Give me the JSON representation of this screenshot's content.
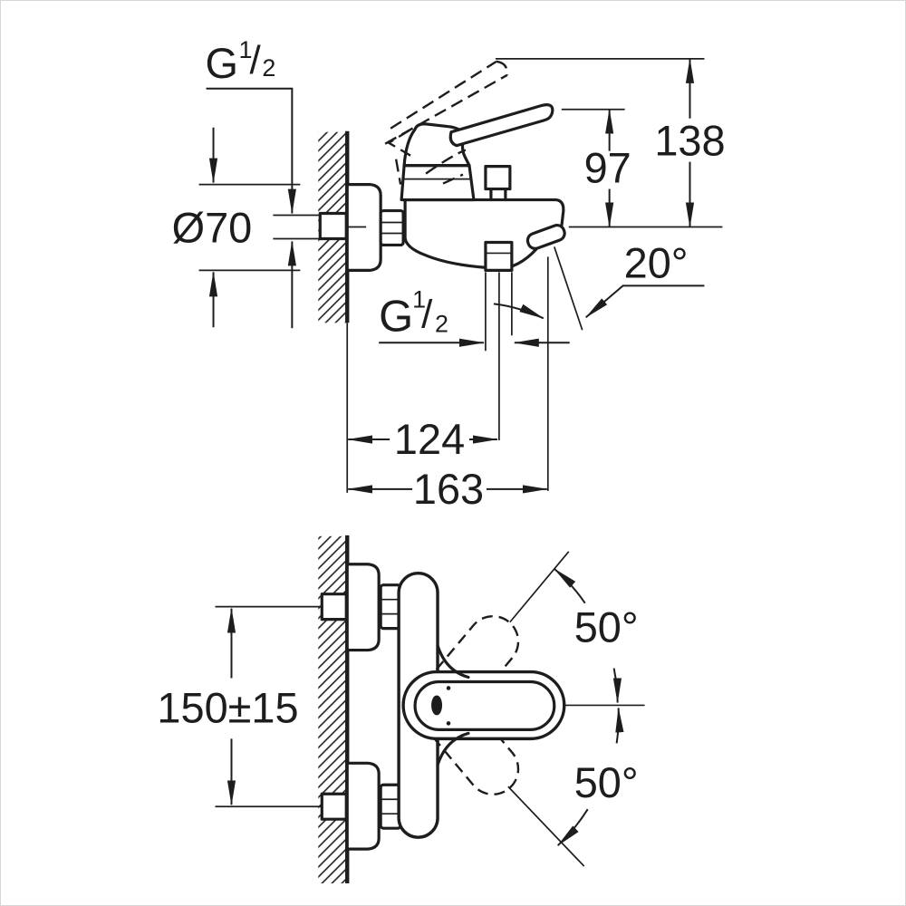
{
  "colors": {
    "background": "#ffffff",
    "ink": "#1d1d1d",
    "frame_border": "#d6d6d6"
  },
  "side_view": {
    "supply_thread": {
      "full": "G 1/2",
      "base": "G",
      "numerator": "1",
      "slash": "/",
      "denominator": "2"
    },
    "escutcheon_diameter": "Ø70",
    "height_to_lever": "97",
    "height_handle_raised": "138",
    "spray_angle": "20°",
    "shower_outlet_thread": {
      "full": "G 1/2",
      "base": "G",
      "numerator": "1",
      "slash": "/",
      "denominator": "2"
    },
    "wall_to_shower_outlet": "124",
    "wall_to_spout_tip": "163"
  },
  "plan_view": {
    "supply_centre_distance": "150±15",
    "handle_swing_upper": "50°",
    "handle_swing_lower": "50°"
  }
}
